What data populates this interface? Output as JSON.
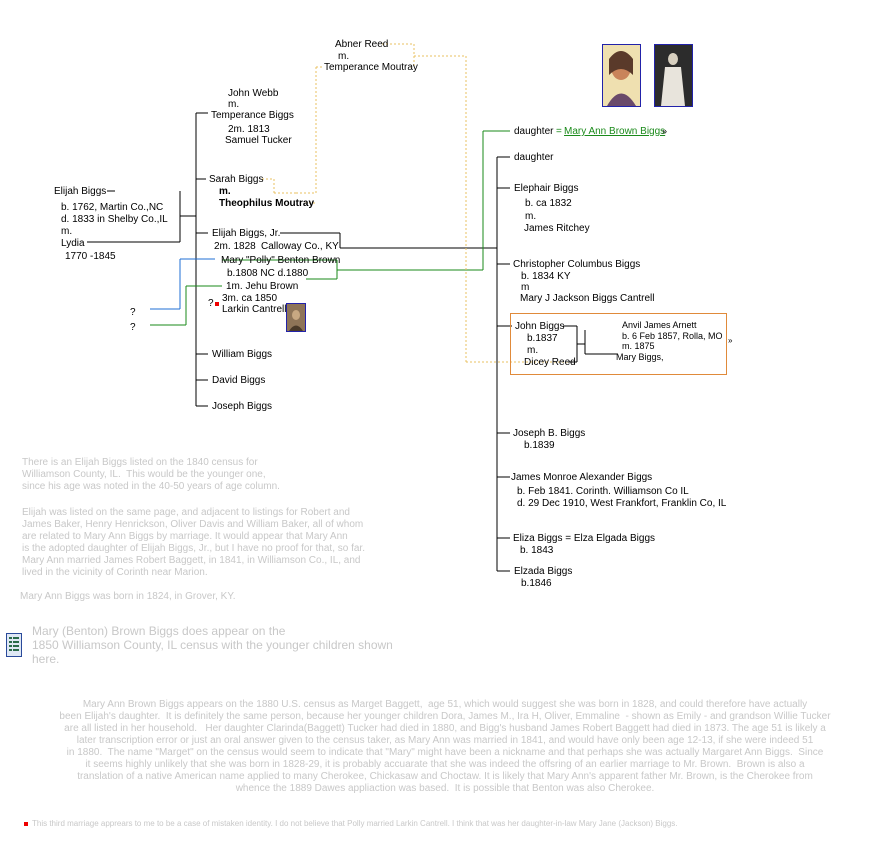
{
  "top": {
    "abner": "Abner Reed",
    "abner_m": "m.",
    "temperance_moutray": "Temperance Moutray"
  },
  "parents": {
    "name": "Elijah Biggs",
    "born": "b. 1762, Martin Co.,NC",
    "died": "d. 1833 in Shelby Co.,IL",
    "m": "m.",
    "wife": "Lydia",
    "wife_years": "1770 -1845"
  },
  "children": {
    "john_webb": "John Webb",
    "john_webb_m": "m.",
    "temperance_biggs": "Temperance Biggs",
    "second_m": "2m. 1813",
    "samuel": "Samuel Tucker",
    "sarah": "Sarah Biggs",
    "sarah_m": "m.",
    "theophilus": "Theophilus Moutray",
    "elijah_jr": "Elijah Biggs, Jr.",
    "elijah_jr_2m": "2m. 1828",
    "calloway": "Calloway Co., KY",
    "polly": "Mary \"Polly\" Benton Brown",
    "polly_dates": "b.1808 NC    d.1880",
    "first_m": "1m.   Jehu Brown",
    "third_m": "3m. ca 1850",
    "larkin": "Larkin Cantrell",
    "q1": "?",
    "q2": "?",
    "q3": "?",
    "william": "William Biggs",
    "david": "David Biggs",
    "joseph": "Joseph Biggs"
  },
  "grandchildren": {
    "daughter_label": "daughter",
    "equals": "=",
    "mary_ann_link": "Mary Ann Brown Biggs",
    "arrow": "»",
    "daughter2": "daughter",
    "elephair": "Elephair Biggs",
    "elephair_b": "b. ca 1832",
    "elephair_m": "m.",
    "ritchey": "James Ritchey",
    "christopher": "Christopher Columbus Biggs",
    "christopher_b": "b. 1834 KY",
    "christopher_m": "m",
    "mary_j": "Mary J Jackson Biggs Cantrell",
    "john": "John Biggs",
    "john_b": "b.1837",
    "john_m": "m.",
    "dicey": "Dicey Reed",
    "anvil": "Anvil James Arnett",
    "anvil_b": "b. 6 Feb 1857, Rolla, MO",
    "anvil_m": "m. 1875",
    "mary_biggs": "Mary Biggs,",
    "box_arrow": "»",
    "joseph_b": "Joseph B. Biggs",
    "joseph_b_b": "b.1839",
    "james": "James Monroe Alexander Biggs",
    "james_b": "b. Feb 1841. Corinth. Williamson Co IL",
    "james_d": "d. 29 Dec 1910, West Frankfort, Franklin Co, IL",
    "eliza": "Eliza Biggs = Elza Elgada Biggs",
    "eliza_b": "b. 1843",
    "elzada": "Elzada Biggs",
    "elzada_b": "b.1846"
  },
  "notes": {
    "p1": "There is an Elijah Biggs listed on the 1840 census for\nWilliamson County, IL.  This would be the younger one,\nsince his age was noted in the 40-50 years of age column.",
    "p2": "Elijah was listed on the same page, and adjacent to listings for Robert and\nJames Baker, Henry Henrickson, Oliver Davis and William Baker, all of whom\nare related to Mary Ann Biggs by marriage. It would appear that Mary Ann\nis the adopted daughter of Elijah Biggs, Jr., but I have no proof for that, so far.\nMary Ann married James Robert Baggett, in 1841, in Williamson Co., IL, and\nlived in the vicinity of Corinth near Marion.",
    "p3": "Mary Ann Biggs was born in 1824, in Grover, KY.",
    "census_1850": "Mary (Benton) Brown Biggs does appear on the\n1850 Williamson County, IL census with the younger children shown\nhere.",
    "census_1880": "Mary Ann Brown Biggs appears on the 1880 U.S. census as Marget Baggett,  age 51, which would suggest she was born in 1828, and could therefore have actually\nbeen Elijah's daughter.  It is definitely the same person, because her younger children Dora, James M., Ira H, Oliver, Emmaline  - shown as Emily - and grandson Willie Tucker\nare all listed in her household.   Her daughter Clarinda(Baggett) Tucker had died in 1880, and Bigg's husband James Robert Baggett had died in 1873. The age 51 is likely a\nlater transcription error or just an oral answer given to the census taker, as Mary Ann was married in 1841, and would have only been age 12-13, if she were indeed 51\nin 1880.  The name \"Marget\" on the census would seem to indicate that \"Mary\" might have been a nickname and that perhaps she was actually Margaret Ann Biggs.  Since\nit seems highly unlikely that she was born in 1828-29, it is probably accuarate that she was indeed the offsring of an earlier marriage to Mr. Brown.  Brown is also a\ntranslation of a native American name applied to many Cherokee, Chickasaw and Choctaw. It is likely that Mary Ann's apparent father Mr. Brown, is the Cherokee from\nwhence the 1889 Dawes appliaction was based.  It is possible that Benton was also Cherokee.",
    "footnote": "This third marriage apprears to me to be a case of mistaken identity. I do not believe that Polly married Larkin Cantrell. I think that was her daughter-in-law Mary Jane (Jackson) Biggs."
  },
  "colors": {
    "line": "#000000",
    "green": "#1a8a1a",
    "blue": "#1f6fd6",
    "dotted": "#e8c060",
    "box": "#e08a3a",
    "note": "#c8c8c8",
    "marker": "#ee0000"
  }
}
